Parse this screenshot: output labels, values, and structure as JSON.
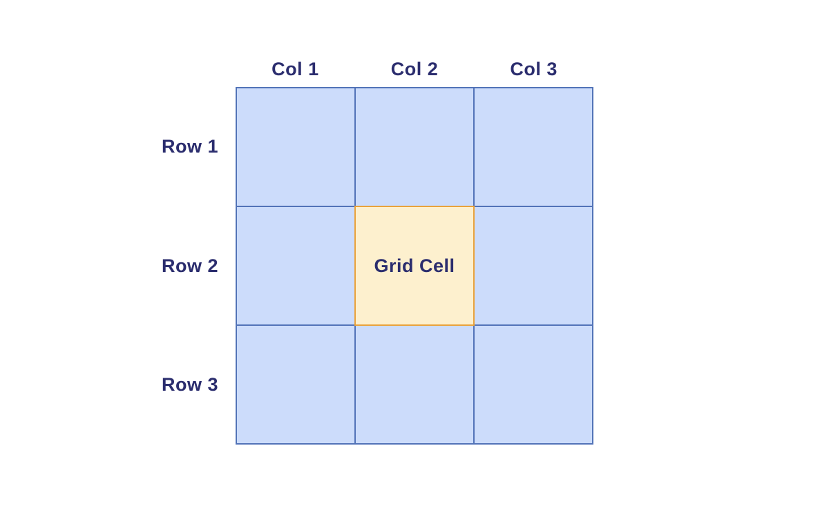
{
  "diagram": {
    "type": "grid-diagram",
    "grid": {
      "rows": 3,
      "cols": 3,
      "column_headers": [
        "Col 1",
        "Col 2",
        "Col 3"
      ],
      "row_labels": [
        "Row 1",
        "Row 2",
        "Row 3"
      ],
      "highlighted_cell": {
        "row": 2,
        "col": 2,
        "label": "Grid Cell"
      }
    }
  },
  "colors": {
    "background": "#FFFFFF",
    "cell_fill": "#CCDCFB",
    "cell_border": "#5273B8",
    "highlight_fill": "#FDF0CE",
    "highlight_border": "#E9A23B",
    "text": "#2B2D6E"
  }
}
